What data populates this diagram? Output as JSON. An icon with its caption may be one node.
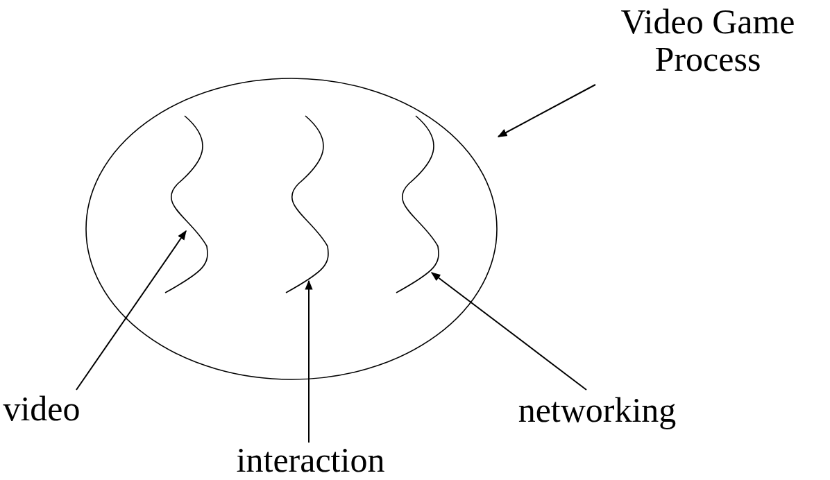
{
  "diagram": {
    "nodes": [
      {
        "text": [
          "Video Game Process"
        ]
      },
      {
        "text": [],
        "shape": "ellipse"
      },
      {
        "text": [],
        "shape": "line",
        "in": 1
      },
      {
        "text": [],
        "shape": "line",
        "in": 1
      },
      {
        "text": [],
        "shape": "line",
        "in": 1
      },
      {
        "text": [
          "video"
        ]
      },
      {
        "text": [
          "interaction"
        ]
      },
      {
        "text": [
          "networking"
        ]
      }
    ],
    "edges": [
      {
        "from": 0,
        "to": 1,
        "arrow": "to"
      },
      {
        "from": 5,
        "to": 2,
        "arrow": "to"
      },
      {
        "from": 6,
        "to": 3,
        "arrow": "to"
      },
      {
        "from": 7,
        "to": 4,
        "arrow": "to"
      }
    ]
  }
}
